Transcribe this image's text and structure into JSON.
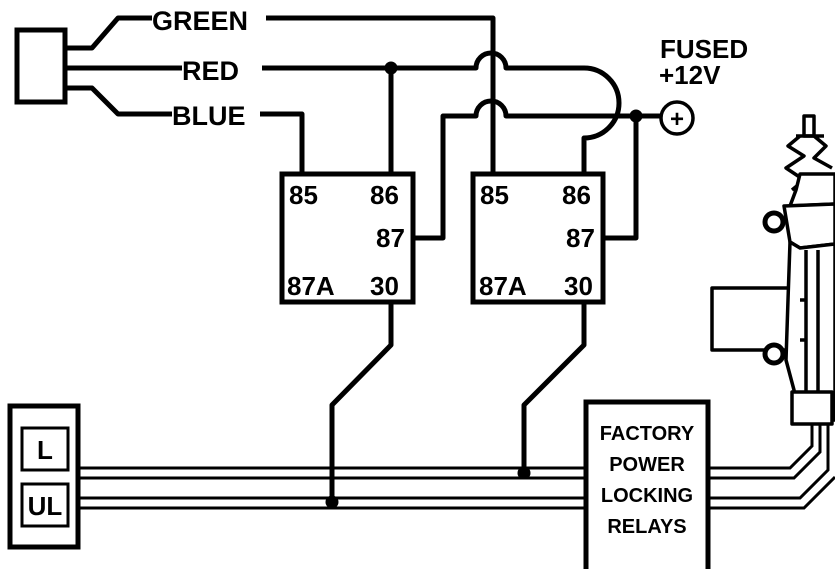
{
  "wires": {
    "green": "GREEN",
    "red": "RED",
    "blue": "BLUE"
  },
  "power": {
    "line1": "FUSED",
    "line2": "+12V",
    "symbol": "+"
  },
  "relay1": {
    "pin85": "85",
    "pin86": "86",
    "pin87": "87",
    "pin87a": "87A",
    "pin30": "30"
  },
  "relay2": {
    "pin85": "85",
    "pin86": "86",
    "pin87": "87",
    "pin87a": "87A",
    "pin30": "30"
  },
  "switches": {
    "lock": "L",
    "unlock": "UL"
  },
  "factory": {
    "line1": "FACTORY",
    "line2": "POWER",
    "line3": "LOCKING",
    "line4": "RELAYS"
  }
}
